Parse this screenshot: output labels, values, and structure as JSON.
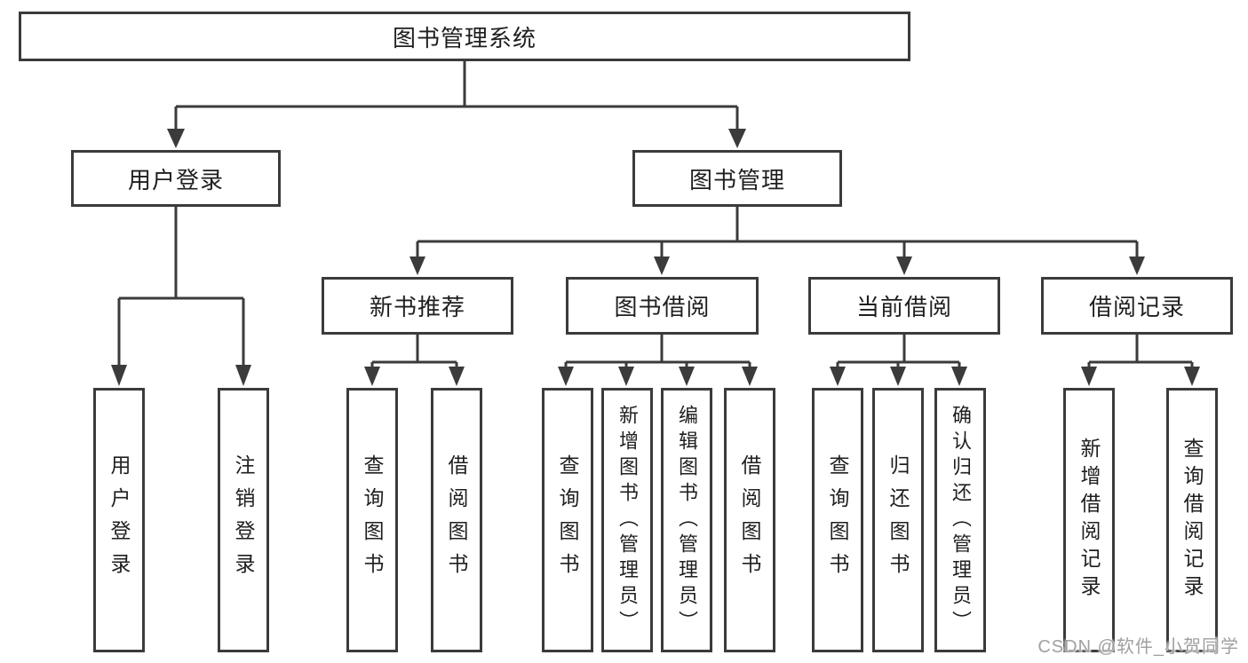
{
  "tree": {
    "root": "图书管理系统",
    "branches": [
      {
        "label": "用户登录",
        "children": [
          "用户登录",
          "注销登录"
        ]
      },
      {
        "label": "图书管理",
        "children": [
          {
            "label": "新书推荐",
            "children": [
              "查询图书",
              "借阅图书"
            ]
          },
          {
            "label": "图书借阅",
            "children": [
              "查询图书",
              "新增图书（管理员）",
              "编辑图书（管理员）",
              "借阅图书"
            ]
          },
          {
            "label": "当前借阅",
            "children": [
              "查询图书",
              "归还图书",
              "确认归还（管理员）"
            ]
          },
          {
            "label": "借阅记录",
            "children": [
              "新增借阅记录",
              "查询借阅记录"
            ]
          }
        ]
      }
    ]
  },
  "watermark": "CSDN @软件_小贺同学",
  "colors": {
    "line": "#3b3b3b",
    "box_background": "#ffffff",
    "text": "#1f1f1f",
    "watermark": "#a0a0a0"
  }
}
